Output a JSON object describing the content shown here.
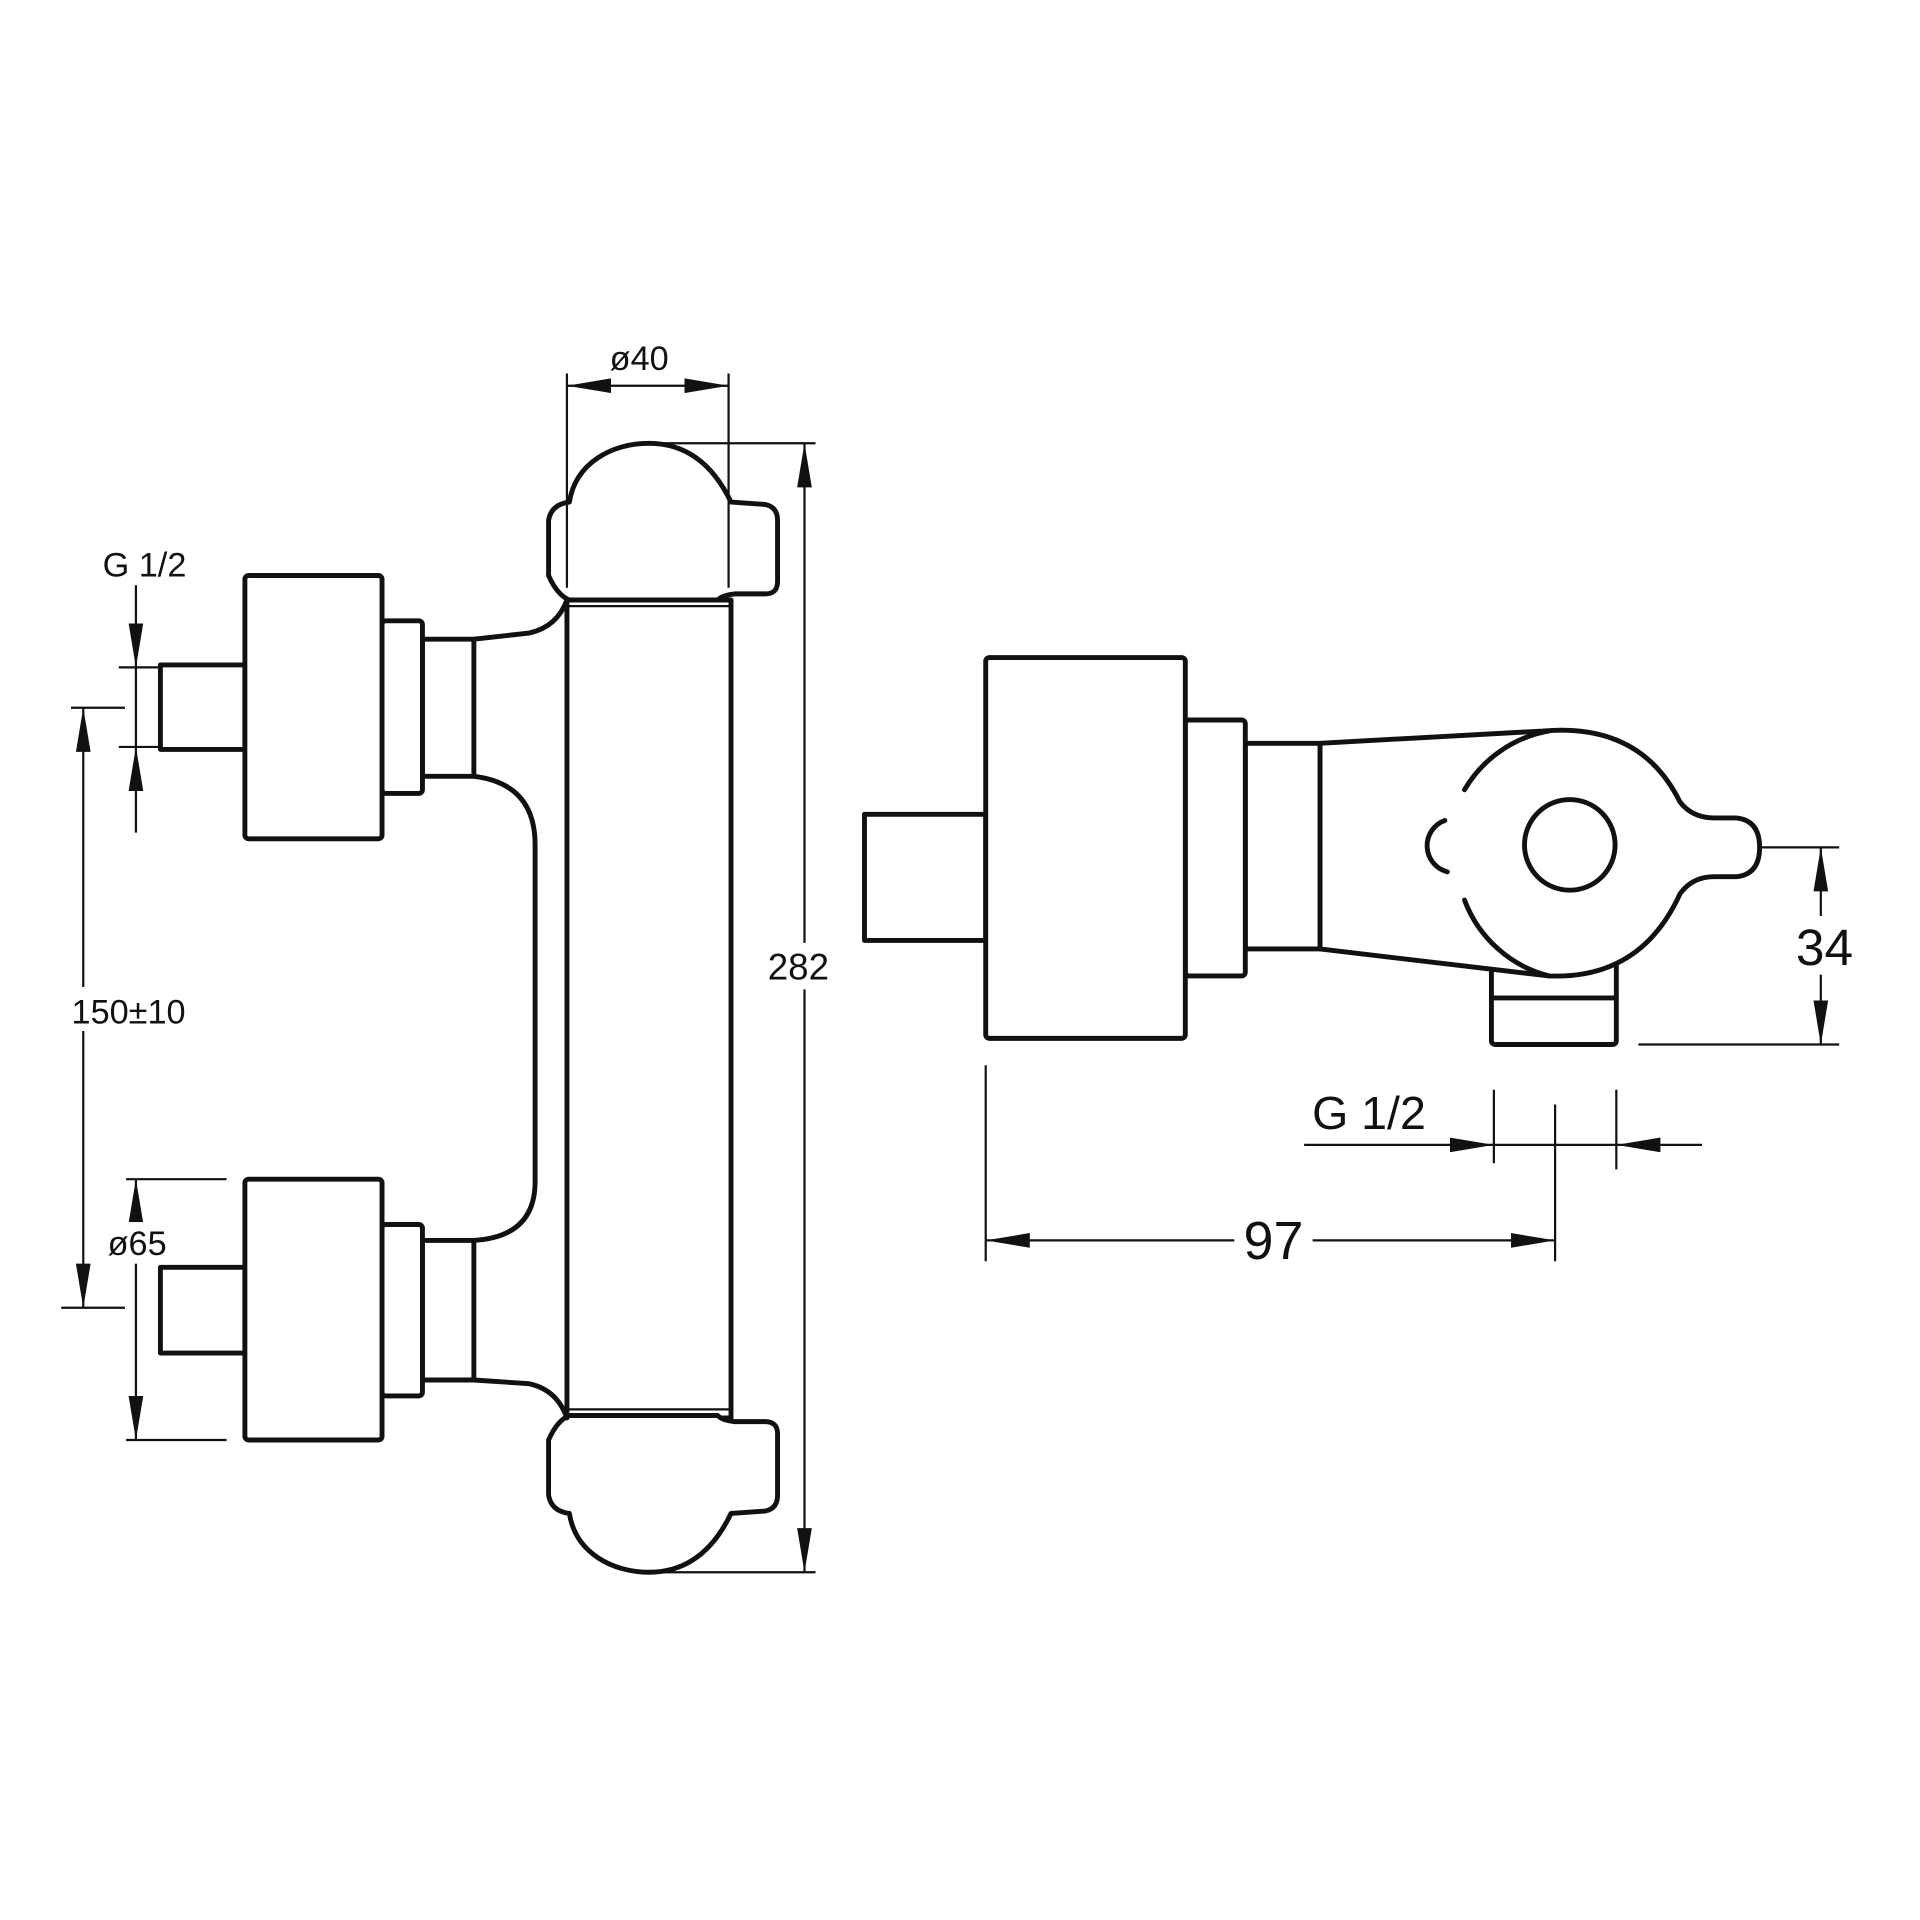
{
  "front_view": {
    "dims": {
      "handle_diameter": "ø40",
      "overall_height": "282",
      "inlet_thread": "G 1/2",
      "inlet_spacing": "150±10",
      "escutcheon_diameter": "ø65"
    }
  },
  "side_view": {
    "dims": {
      "outlet_offset": "34",
      "outlet_thread": "G 1/2",
      "projection": "97"
    }
  },
  "colors": {
    "line": "#111111",
    "background": "#ffffff"
  }
}
